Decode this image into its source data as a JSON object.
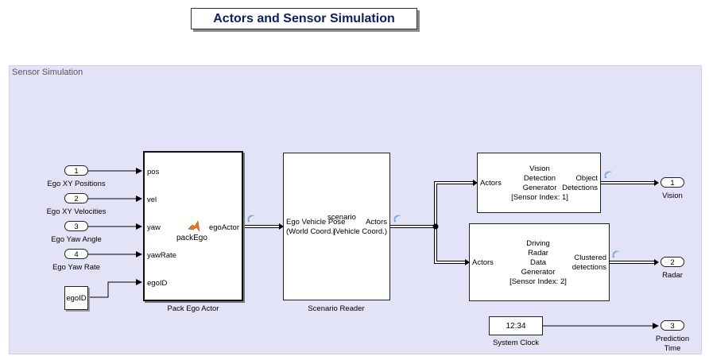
{
  "title": "Actors and Sensor Simulation",
  "subsystem_label": "Sensor Simulation",
  "inports": [
    {
      "num": "1",
      "label": "Ego XY Positions"
    },
    {
      "num": "2",
      "label": "Ego XY Velocities"
    },
    {
      "num": "3",
      "label": "Ego Yaw Angle"
    },
    {
      "num": "4",
      "label": "Ego Yaw Rate"
    }
  ],
  "ego_id_block": "egoID",
  "pack_ego": {
    "name": "Pack Ego Actor",
    "function": "packEgo",
    "inputs": [
      "pos",
      "vel",
      "yaw",
      "yawRate",
      "egoID"
    ],
    "output": "egoActor"
  },
  "scenario_reader": {
    "name": "Scenario Reader",
    "overlay": "scenario",
    "input_line1": "Ego Vehicle Pose",
    "input_line2": "(World Coord.)",
    "output_line1": "Actors",
    "output_line2": "(Vehicle Coord.)"
  },
  "vision": {
    "input": "Actors",
    "title_lines": [
      "Vision",
      "Detection",
      "Generator",
      "[Sensor Index: 1]"
    ],
    "output_line1": "Object",
    "output_line2": "Detections"
  },
  "radar": {
    "input": "Actors",
    "title_lines": [
      "Driving",
      "Radar",
      "Data",
      "Generator",
      "[Sensor Index: 2]"
    ],
    "output_line1": "Clustered",
    "output_line2": "detections"
  },
  "clock": {
    "value": "12:34",
    "name": "System Clock"
  },
  "outports": [
    {
      "num": "1",
      "label": "Vision"
    },
    {
      "num": "2",
      "label": "Radar"
    },
    {
      "num": "3",
      "label_line1": "Prediction",
      "label_line2": "Time"
    }
  ]
}
